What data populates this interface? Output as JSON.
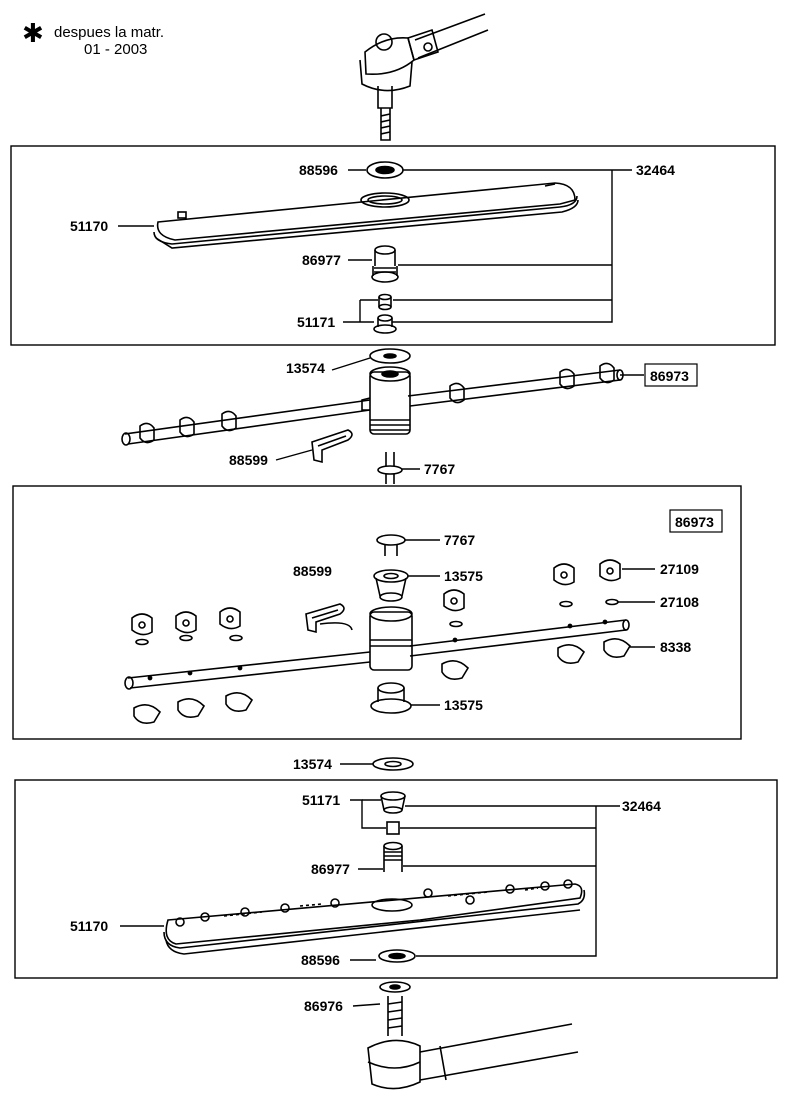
{
  "note": {
    "symbol": "✱",
    "line1": "despues la matr.",
    "line2": "01 - 2003"
  },
  "parts": {
    "p88596": "88596",
    "p32464": "32464",
    "p51170": "51170",
    "p86977": "86977",
    "p51171": "51171",
    "p13574": "13574",
    "p86973": "86973",
    "p88599": "88599",
    "p7767": "7767",
    "p27109": "27109",
    "p13575": "13575",
    "p27108": "27108",
    "p8338": "8338",
    "p86976": "86976"
  }
}
